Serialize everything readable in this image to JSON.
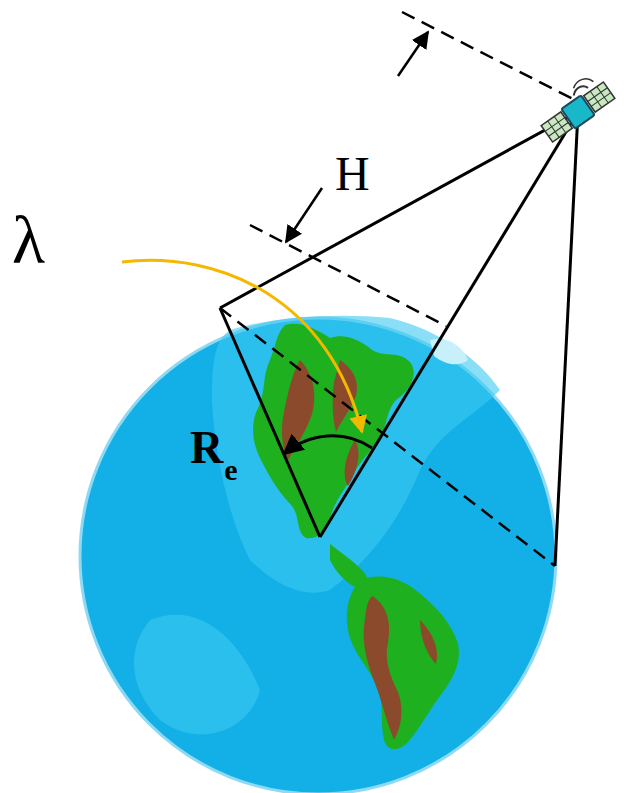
{
  "diagram": {
    "labels": [
      "H",
      "λ",
      "R",
      "e"
    ]
  }
}
